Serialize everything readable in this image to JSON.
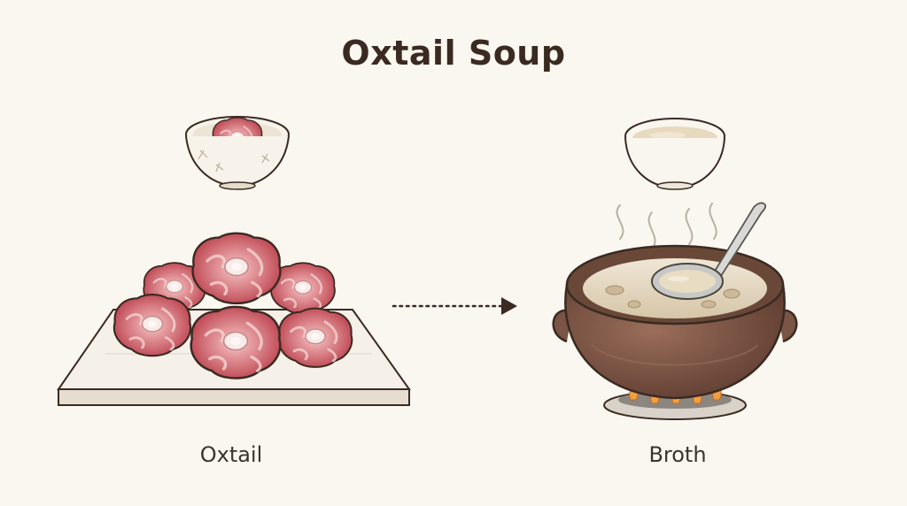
{
  "title": "Oxtail Soup",
  "left": {
    "label": "Oxtail"
  },
  "right": {
    "label": "Broth"
  },
  "colors": {
    "background": "#faf7f0",
    "meat": "#c75a62",
    "fat": "#f3d9d4",
    "pot": "#7a5444",
    "broth": "#e4d8c4",
    "flame": "#f0a040",
    "outline": "#3a2a22"
  }
}
